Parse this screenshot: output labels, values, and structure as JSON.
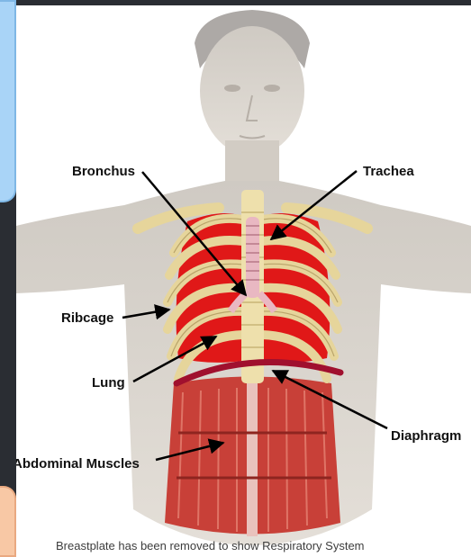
{
  "labels": {
    "bronchus": "Bronchus",
    "trachea": "Trachea",
    "ribcage": "Ribcage",
    "lung": "Lung",
    "diaphragm": "Diaphragm",
    "abdominal_muscles": "Abdominal Muscles"
  },
  "caption": "Breastplate has been removed to show Respiratory System",
  "colors": {
    "lung": "#e01818",
    "bone": "#eedfa6",
    "muscle": "#c84038",
    "diaphragm": "#a0102e",
    "skin": "#d6d0c8",
    "trachea": "#e9b8c2"
  }
}
